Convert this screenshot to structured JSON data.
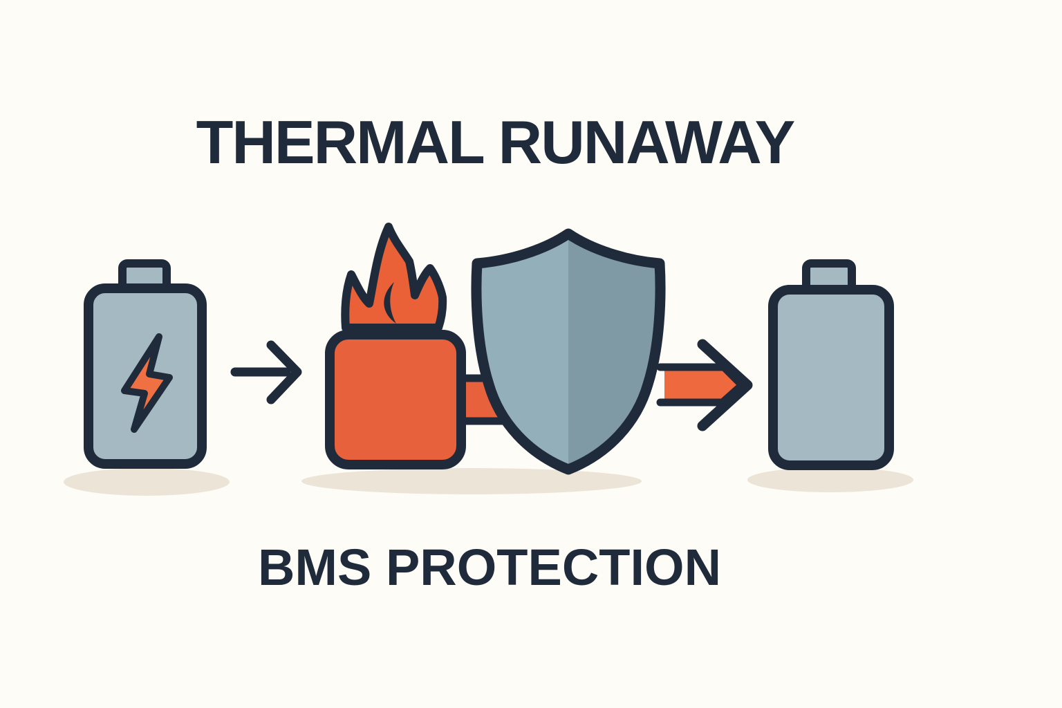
{
  "title": "THERMAL RUNAWAY",
  "caption": "BMS PROTECTION",
  "colors": {
    "background": "#fdfcf7",
    "ink": "#1f2b3a",
    "battery": "#a4b9c1",
    "bolt": "#ee7043",
    "cell": "#e8613d",
    "flame": "#ea6138",
    "arrow": "#ee6a3e",
    "shield_left": "#93afba",
    "shield_right": "#7f9aa5",
    "shadow": "#ece5d7"
  },
  "icons": {
    "charged_battery": "battery-with-lightning-bolt",
    "flow_arrow": "thin-right-arrow",
    "burning_cell": "battery-cell-on-fire",
    "shield": "protective-shield",
    "protected_arrow": "orange-right-arrow",
    "safe_battery": "healthy-battery"
  }
}
